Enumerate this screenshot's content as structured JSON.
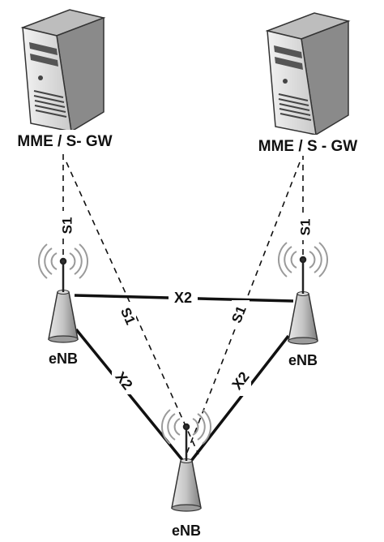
{
  "servers": {
    "left": {
      "label": "MME / S- GW"
    },
    "right": {
      "label": "MME / S - GW"
    }
  },
  "enbs": {
    "left": {
      "label": "eNB"
    },
    "right": {
      "label": "eNB"
    },
    "bottom": {
      "label": "eNB"
    }
  },
  "links": {
    "s1_left_vertical": "S1",
    "s1_right_vertical": "S1",
    "s1_left_diagonal": "S1",
    "s1_right_diagonal": "S1",
    "x2_top": "X2",
    "x2_left": "X2",
    "x2_right": "X2"
  },
  "colors": {
    "line": "#111111",
    "server_fill": "#d9d9d9",
    "server_side": "#8a8a8a",
    "antenna_fill": "#c8c8c8"
  },
  "icons": {
    "server": "server-tower-icon",
    "antenna": "cell-antenna-icon",
    "signal": "radio-waves-icon"
  }
}
